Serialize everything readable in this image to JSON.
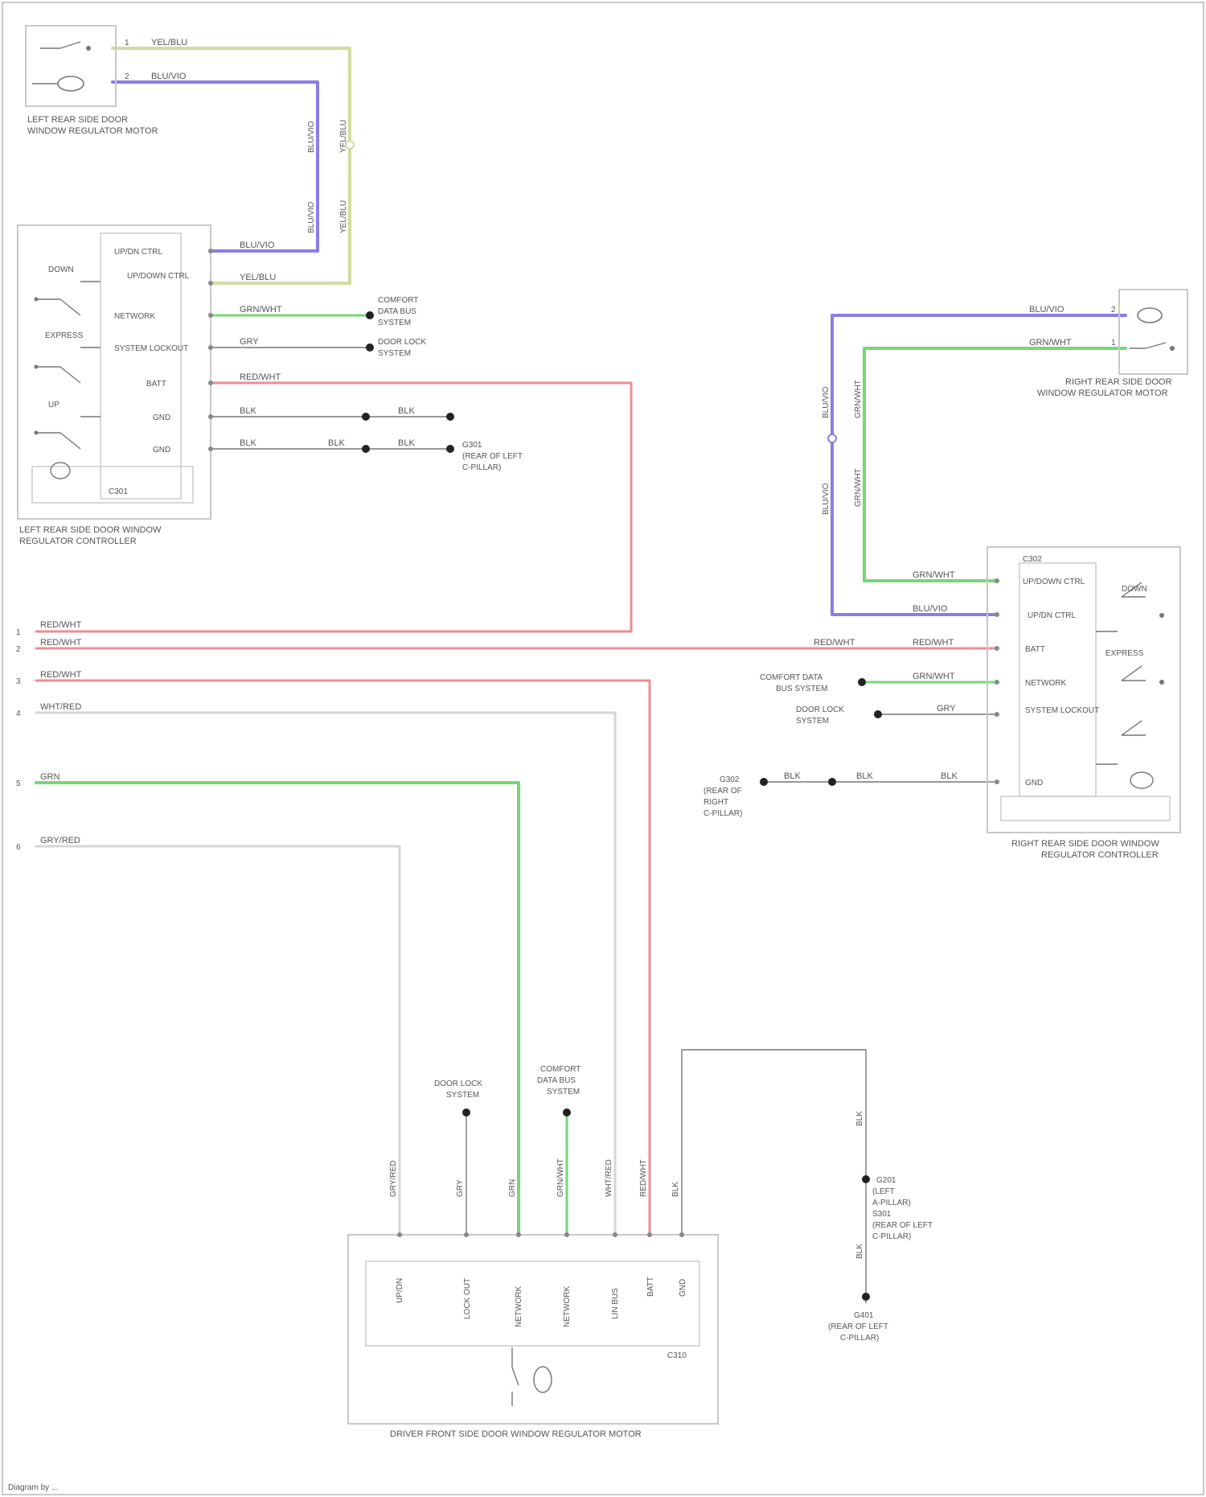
{
  "diagram": {
    "lr_switch_caption": [
      "LEFT REAR SIDE DOOR",
      "WINDOW REGULATOR MOTOR"
    ],
    "lr_module_caption": [
      "LEFT REAR SIDE DOOR WINDOW",
      "REGULATOR CONTROLLER"
    ],
    "rr_switch_caption": [
      "RIGHT REAR SIDE DOOR",
      "WINDOW REGULATOR MOTOR"
    ],
    "rr_module_caption": [
      "RIGHT REAR SIDE DOOR WINDOW",
      "REGULATOR CONTROLLER"
    ],
    "main_module_caption": "DRIVER FRONT SIDE DOOR WINDOW REGULATOR MOTOR",
    "lr_module_id": "C301",
    "rr_module_id": "C302",
    "main_module_id": "C310",
    "lr_pins": [
      "UP/DN CTRL",
      "UP/DOWN CTRL",
      "NETWORK",
      "SYSTEM LOCKOUT",
      "BATT",
      "GND",
      "GND"
    ],
    "rr_pins": [
      "UP/DOWN CTRL",
      "UP/DN CTRL",
      "BATT",
      "NETWORK",
      "SYSTEM LOCKOUT",
      "GND"
    ],
    "main_pins": [
      "UP/DN",
      "LOCK OUT",
      "NETWORK",
      "NETWORK",
      "LIN BUS",
      "BATT",
      "GND"
    ],
    "lr_switch_labels": [
      "DOWN",
      "EXPRESS",
      "UP"
    ],
    "rr_switch_labels": [
      "DOWN",
      "EXPRESS"
    ],
    "wire_colors": {
      "yel_blu": "YEL/BLU",
      "blu_vio": "BLU/VIO",
      "grn_wht": "GRN/WHT",
      "gry": "GRY",
      "red_wht": "RED/WHT",
      "blk": "BLK",
      "wht_red": "WHT/RED",
      "grn": "GRN",
      "gry_red": "GRY/RED"
    },
    "destinations": {
      "comfort_data_system": [
        "COMFORT",
        "DATA BUS",
        "SYSTEM"
      ],
      "door_lock_system": [
        "DOOR LOCK",
        "SYSTEM"
      ],
      "ground_g301": [
        "G301",
        "(REAR OF LEFT",
        "C-PILLAR)"
      ],
      "ground_g302": [
        "G302",
        "(REAR OF",
        "RIGHT",
        "C-PILLAR)"
      ],
      "comfort_data_rr": [
        "COMFORT DATA",
        "BUS SYSTEM"
      ],
      "door_lock_rr": [
        "DOOR LOCK",
        "SYSTEM"
      ],
      "main_door_lock": [
        "DOOR LOCK",
        "SYSTEM"
      ],
      "main_comfort": [
        "COMFORT",
        "DATA BUS",
        "SYSTEM"
      ],
      "ground_g201": [
        "G201",
        "(LEFT",
        "A-PILLAR)",
        "S301",
        "(REAR OF LEFT",
        "C-PILLAR)"
      ],
      "ground_g401": [
        "G401",
        "(REAR OF LEFT",
        "C-PILLAR)"
      ]
    },
    "left_terminals": [
      "1",
      "2",
      "3",
      "4",
      "5",
      "6"
    ],
    "footer": "Diagram by ..."
  },
  "colors": {
    "violet": "#8e7be8",
    "yellow": "#d4dba0",
    "green": "#77d777",
    "red": "#ee8d92",
    "gray": "#d6d6d6",
    "black": "#777777"
  }
}
